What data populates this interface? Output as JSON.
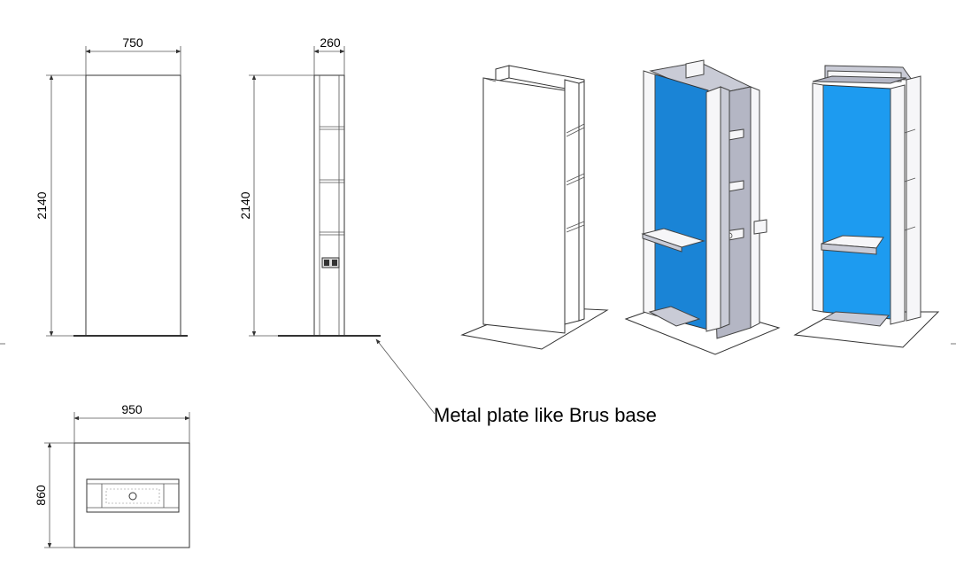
{
  "views": {
    "front": {
      "width_label": "750",
      "height_label": "2140"
    },
    "side": {
      "width_label": "260",
      "height_label": "2140"
    },
    "top": {
      "width_label": "950",
      "depth_label": "860"
    }
  },
  "annotation": {
    "text": "Metal plate like Brus base"
  },
  "colors": {
    "panel_blue_dark": "#1a84d6",
    "panel_blue_light": "#1d9bf0",
    "frame_gray": "#c9cbd6"
  }
}
